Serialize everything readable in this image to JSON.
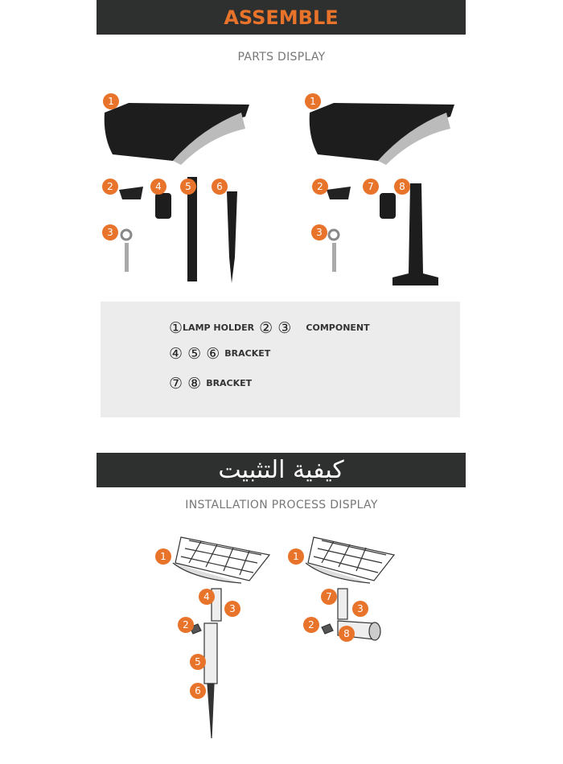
{
  "assemble": {
    "title": "ASSEMBLE",
    "subtitle": "PARTS DISPLAY"
  },
  "parts_left_badges": [
    "1",
    "2",
    "4",
    "5",
    "6",
    "3"
  ],
  "parts_right_badges": [
    "1",
    "2",
    "7",
    "8",
    "3"
  ],
  "legend": {
    "row1": {
      "n1": "①",
      "label1": "LAMP HOLDER",
      "n2": "②",
      "n3": "③",
      "label2": "COMPONENT"
    },
    "row2": {
      "n1": "④",
      "n2": "⑤",
      "n3": "⑥",
      "label": "BRACKET"
    },
    "row3": {
      "n1": "⑦",
      "n2": "⑧",
      "label": "BRACKET"
    }
  },
  "install": {
    "title": "كيفية التثبيت",
    "subtitle": "INSTALLATION PROCESS DISPLAY"
  },
  "install_left_badges": [
    "1",
    "4",
    "3",
    "2",
    "5",
    "6"
  ],
  "install_right_badges": [
    "1",
    "7",
    "3",
    "2",
    "8"
  ],
  "colors": {
    "accent": "#e8732a",
    "bar": "#2e2f2f",
    "legend_bg": "#ececec"
  }
}
